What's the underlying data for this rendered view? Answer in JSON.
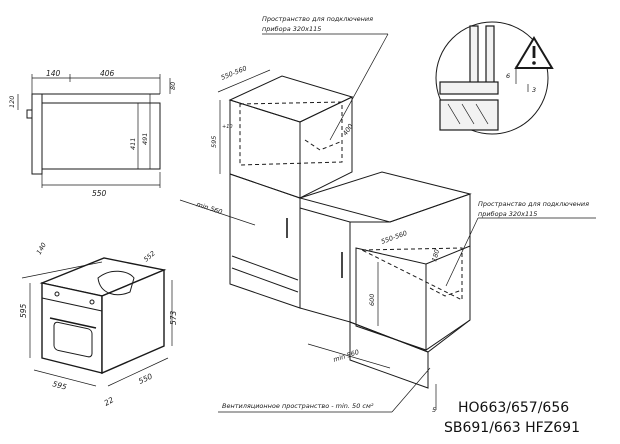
{
  "models": {
    "line1": "HO663/657/656",
    "line2": "SB691/663 HFZ691"
  },
  "notes": {
    "connection_space_top_1": "Пространство для подключения",
    "connection_space_top_2": "прибора 320х115",
    "connection_space_right_1": "Пространство для подключения",
    "connection_space_right_2": "прибора 320х115",
    "ventilation": "Вентиляционное пространство - min. 50 см²"
  },
  "side_view": {
    "d_140": "140",
    "d_406": "406",
    "d_80": "80",
    "d_120": "120",
    "d_411": "411",
    "d_491": "491",
    "d_550": "550"
  },
  "iso_view": {
    "d_140": "140",
    "d_552": "552",
    "d_595_h": "595",
    "d_573": "573",
    "d_595_w": "595",
    "d_550": "550",
    "d_22": "22"
  },
  "upper_niche": {
    "d_550_560": "550-560",
    "d_595": "595",
    "d_595_tol": "+10",
    "d_min560": "min 560",
    "d_400": "400"
  },
  "lower_niche": {
    "d_550_560": "550-560",
    "d_180": "180",
    "d_600": "600",
    "d_min560": "min 560",
    "d_5": "5"
  },
  "detail": {
    "d_6": "6",
    "d_3": "3",
    "warning_icon": "warning-triangle-icon"
  }
}
